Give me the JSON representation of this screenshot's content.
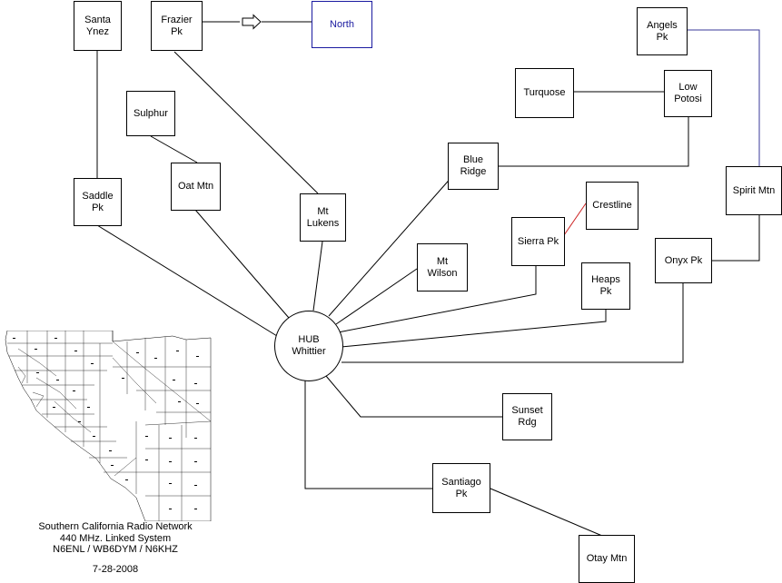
{
  "nodes": {
    "santa_ynez": "Santa\nYnez",
    "frazier_pk": "Frazier\nPk",
    "north": "North",
    "angels_pk": "Angels\nPk",
    "turquose": "Turquose",
    "low_potosi": "Low\nPotosi",
    "sulphur": "Sulphur",
    "oat_mtn": "Oat Mtn",
    "saddle_pk": "Saddle\nPk",
    "mt_lukens": "Mt\nLukens",
    "blue_ridge": "Blue\nRidge",
    "spirit_mtn": "Spirit Mtn",
    "crestline": "Crestline",
    "sierra_pk": "Sierra Pk",
    "mt_wilson": "Mt\nWilson",
    "heaps_pk": "Heaps\nPk",
    "onyx_pk": "Onyx Pk",
    "hub_whittier": "HUB\nWhittier",
    "sunset_rdg": "Sunset\nRdg",
    "santiago_pk": "Santiago\nPk",
    "otay_mtn": "Otay Mtn"
  },
  "caption": {
    "line1": "Southern California Radio Network",
    "line2": "440 MHz. Linked System",
    "line3": "N6ENL / WB6DYM  / N6KHZ",
    "date": "7-28-2008"
  },
  "colors": {
    "line": "#000000",
    "north_link": "#1a1aa0",
    "angels_link": "#3a3a9a",
    "crestline_link": "#cc2222"
  }
}
